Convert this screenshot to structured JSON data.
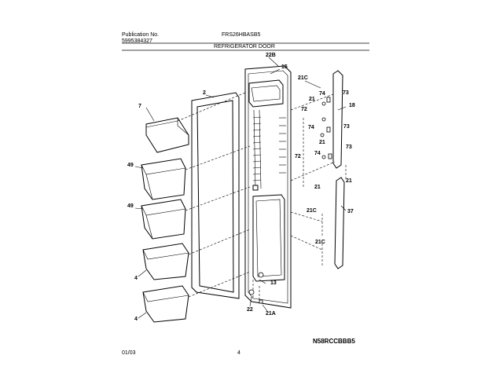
{
  "header": {
    "publication_label": "Publication No.",
    "publication_number": "5995384327",
    "model": "FRS26HBASB5",
    "section_title": "REFRIGERATOR DOOR"
  },
  "footer": {
    "date": "01/03",
    "page": "4",
    "drawing_code": "N58RCCBBB5"
  },
  "callouts": {
    "c22B": "22B",
    "c15": "15",
    "c2": "2",
    "c21C_top": "21C",
    "c73_a": "73",
    "c74_a": "74",
    "c21_a": "21",
    "c72_a": "72",
    "c18": "18",
    "c7": "7",
    "c74_b": "74",
    "c73_b": "73",
    "c21_b": "21",
    "c74_c": "74",
    "c73_c": "73",
    "c72_b": "72",
    "c49_a": "49",
    "c21_c": "21",
    "c21_d": "21",
    "c49_b": "49",
    "c37": "37",
    "c21C_mid": "21C",
    "c21C_low": "21C",
    "c4_a": "4",
    "c13": "13",
    "c22": "22",
    "c21A": "21A",
    "c4_b": "4"
  }
}
